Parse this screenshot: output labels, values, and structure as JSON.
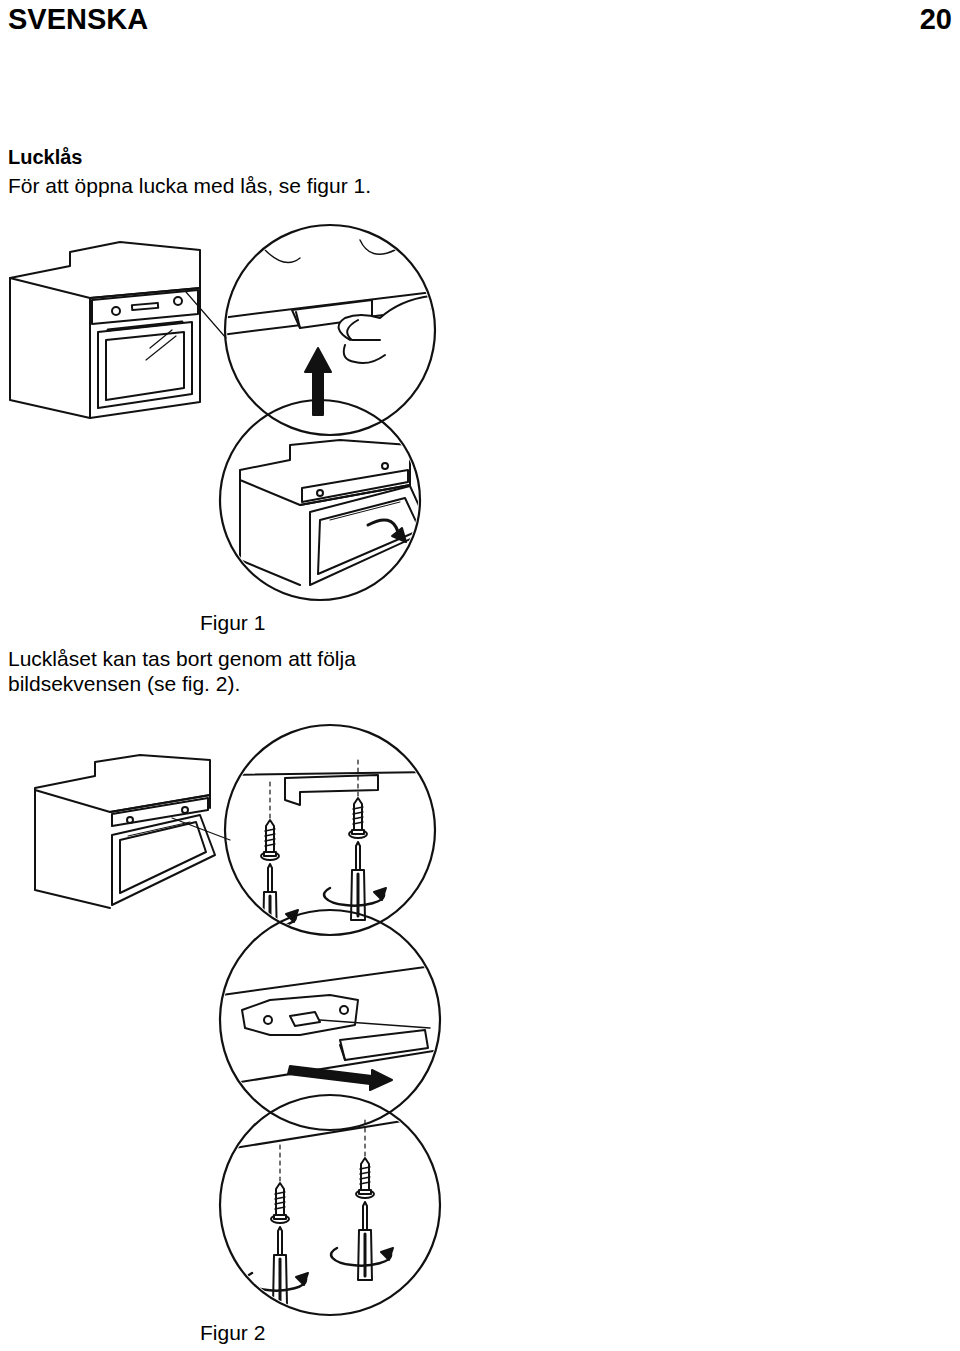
{
  "diagram": {
    "title": "Lucklås",
    "labels": [
      "SVENSKA",
      "20",
      "För att öppna lucka med lås, se figur 1.",
      "Figur 1",
      "Lucklåset kan tas bort genom att följa bildsekvensen (se fig. 2).",
      "Figur 2"
    ]
  }
}
